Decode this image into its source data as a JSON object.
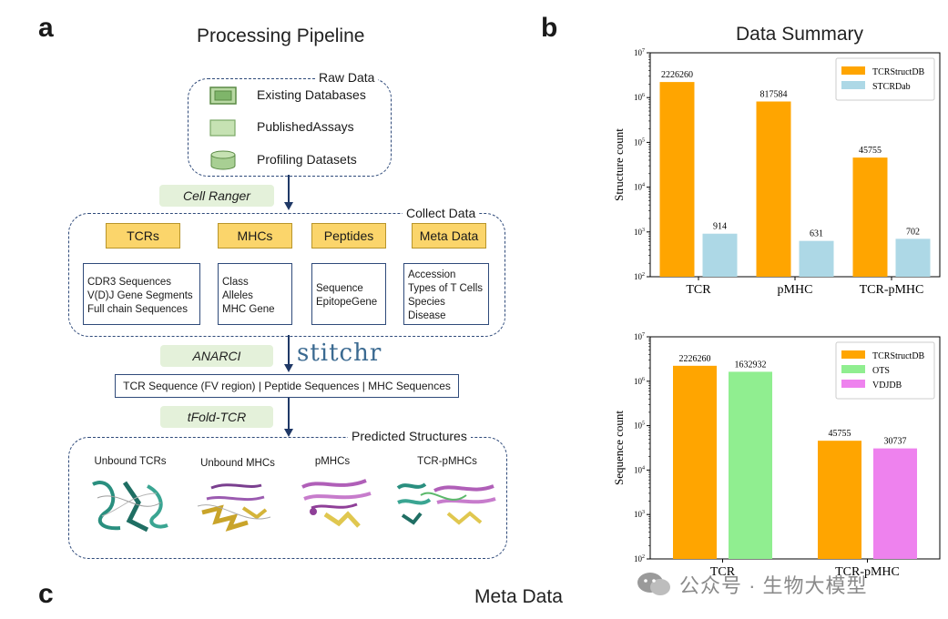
{
  "panel_a": {
    "letter": "a",
    "title": "Processing Pipeline",
    "raw_data": {
      "label": "Raw Data",
      "items": [
        "Existing Databases",
        "PublishedAssays",
        "Profiling Datasets"
      ]
    },
    "cell_ranger": "Cell Ranger",
    "collect_data": {
      "label": "Collect Data",
      "categories": [
        "TCRs",
        "MHCs",
        "Peptides",
        "Meta Data"
      ],
      "details": {
        "tcrs": [
          "CDR3 Sequences",
          "V(D)J Gene Segments",
          "Full chain Sequences"
        ],
        "mhcs": [
          "Class",
          "Alleles",
          "MHC Gene"
        ],
        "peptides": [
          "Sequence",
          "EpitopeGene"
        ],
        "meta": [
          "Accession",
          "Types of T Cells",
          "Species",
          "Disease"
        ]
      }
    },
    "anarci": "ANARCI",
    "stitchr": "stitchr",
    "sequence_box": "TCR Sequence (FV region) | Peptide Sequences | MHC Sequences",
    "tfold": "tFold-TCR",
    "predicted": {
      "label": "Predicted Structures",
      "items": [
        "Unbound TCRs",
        "Unbound MHCs",
        "pMHCs",
        "TCR-pMHCs"
      ]
    },
    "colors": {
      "box_border": "#2f4a7a",
      "pill": "#e4f1da",
      "category": "#fbd56b"
    }
  },
  "panel_b": {
    "letter": "b",
    "title": "Data Summary"
  },
  "panel_c": {
    "letter": "c",
    "title": "Meta Data"
  },
  "watermark": "公众号 · 生物大模型",
  "chart_data": [
    {
      "type": "bar",
      "yscale": "log",
      "ylabel": "Structure count",
      "ylim": [
        100,
        10000000
      ],
      "yticks": [
        "10^2",
        "10^3",
        "10^4",
        "10^5",
        "10^6",
        "10^7"
      ],
      "categories": [
        "TCR",
        "pMHC",
        "TCR-pMHC"
      ],
      "legend_position": "top-right",
      "series": [
        {
          "name": "TCRStructDB",
          "color": "#ffa500",
          "values": [
            2226260,
            817584,
            45755
          ],
          "labels": [
            "2226260",
            "817584",
            "45755"
          ]
        },
        {
          "name": "STCRDab",
          "color": "#add8e6",
          "values": [
            914,
            631,
            702
          ],
          "labels": [
            "914",
            "631",
            "702"
          ]
        }
      ]
    },
    {
      "type": "bar",
      "yscale": "log",
      "ylabel": "Sequence count",
      "ylim": [
        100,
        10000000
      ],
      "yticks": [
        "10^2",
        "10^3",
        "10^4",
        "10^5",
        "10^6",
        "10^7"
      ],
      "categories": [
        "TCR",
        "TCR-pMHC"
      ],
      "legend_position": "top-right",
      "series": [
        {
          "name": "TCRStructDB",
          "color": "#ffa500",
          "values": [
            2226260,
            45755
          ],
          "labels": [
            "2226260",
            "45755"
          ]
        },
        {
          "name": "OTS",
          "color": "#90ee90",
          "values": [
            1632932,
            null
          ],
          "labels": [
            "1632932",
            ""
          ]
        },
        {
          "name": "VDJDB",
          "color": "#ee82ee",
          "values": [
            null,
            30737
          ],
          "labels": [
            "",
            "30737"
          ]
        }
      ]
    }
  ]
}
